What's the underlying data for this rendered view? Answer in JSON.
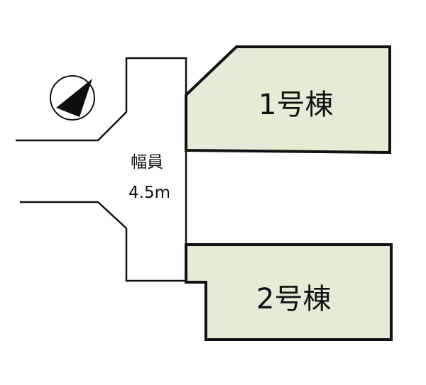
{
  "road": {
    "label_name": "幅員",
    "label_width": "4.5m"
  },
  "lots": [
    {
      "id": "lot-1",
      "label": "1号棟"
    },
    {
      "id": "lot-2",
      "label": "2号棟"
    }
  ],
  "compass": {
    "icon": "north-arrow-icon"
  },
  "colors": {
    "lot_fill": "#e2ecd6",
    "outline": "#111111",
    "background": "#ffffff",
    "compass_fill": "#0f0f0f"
  }
}
